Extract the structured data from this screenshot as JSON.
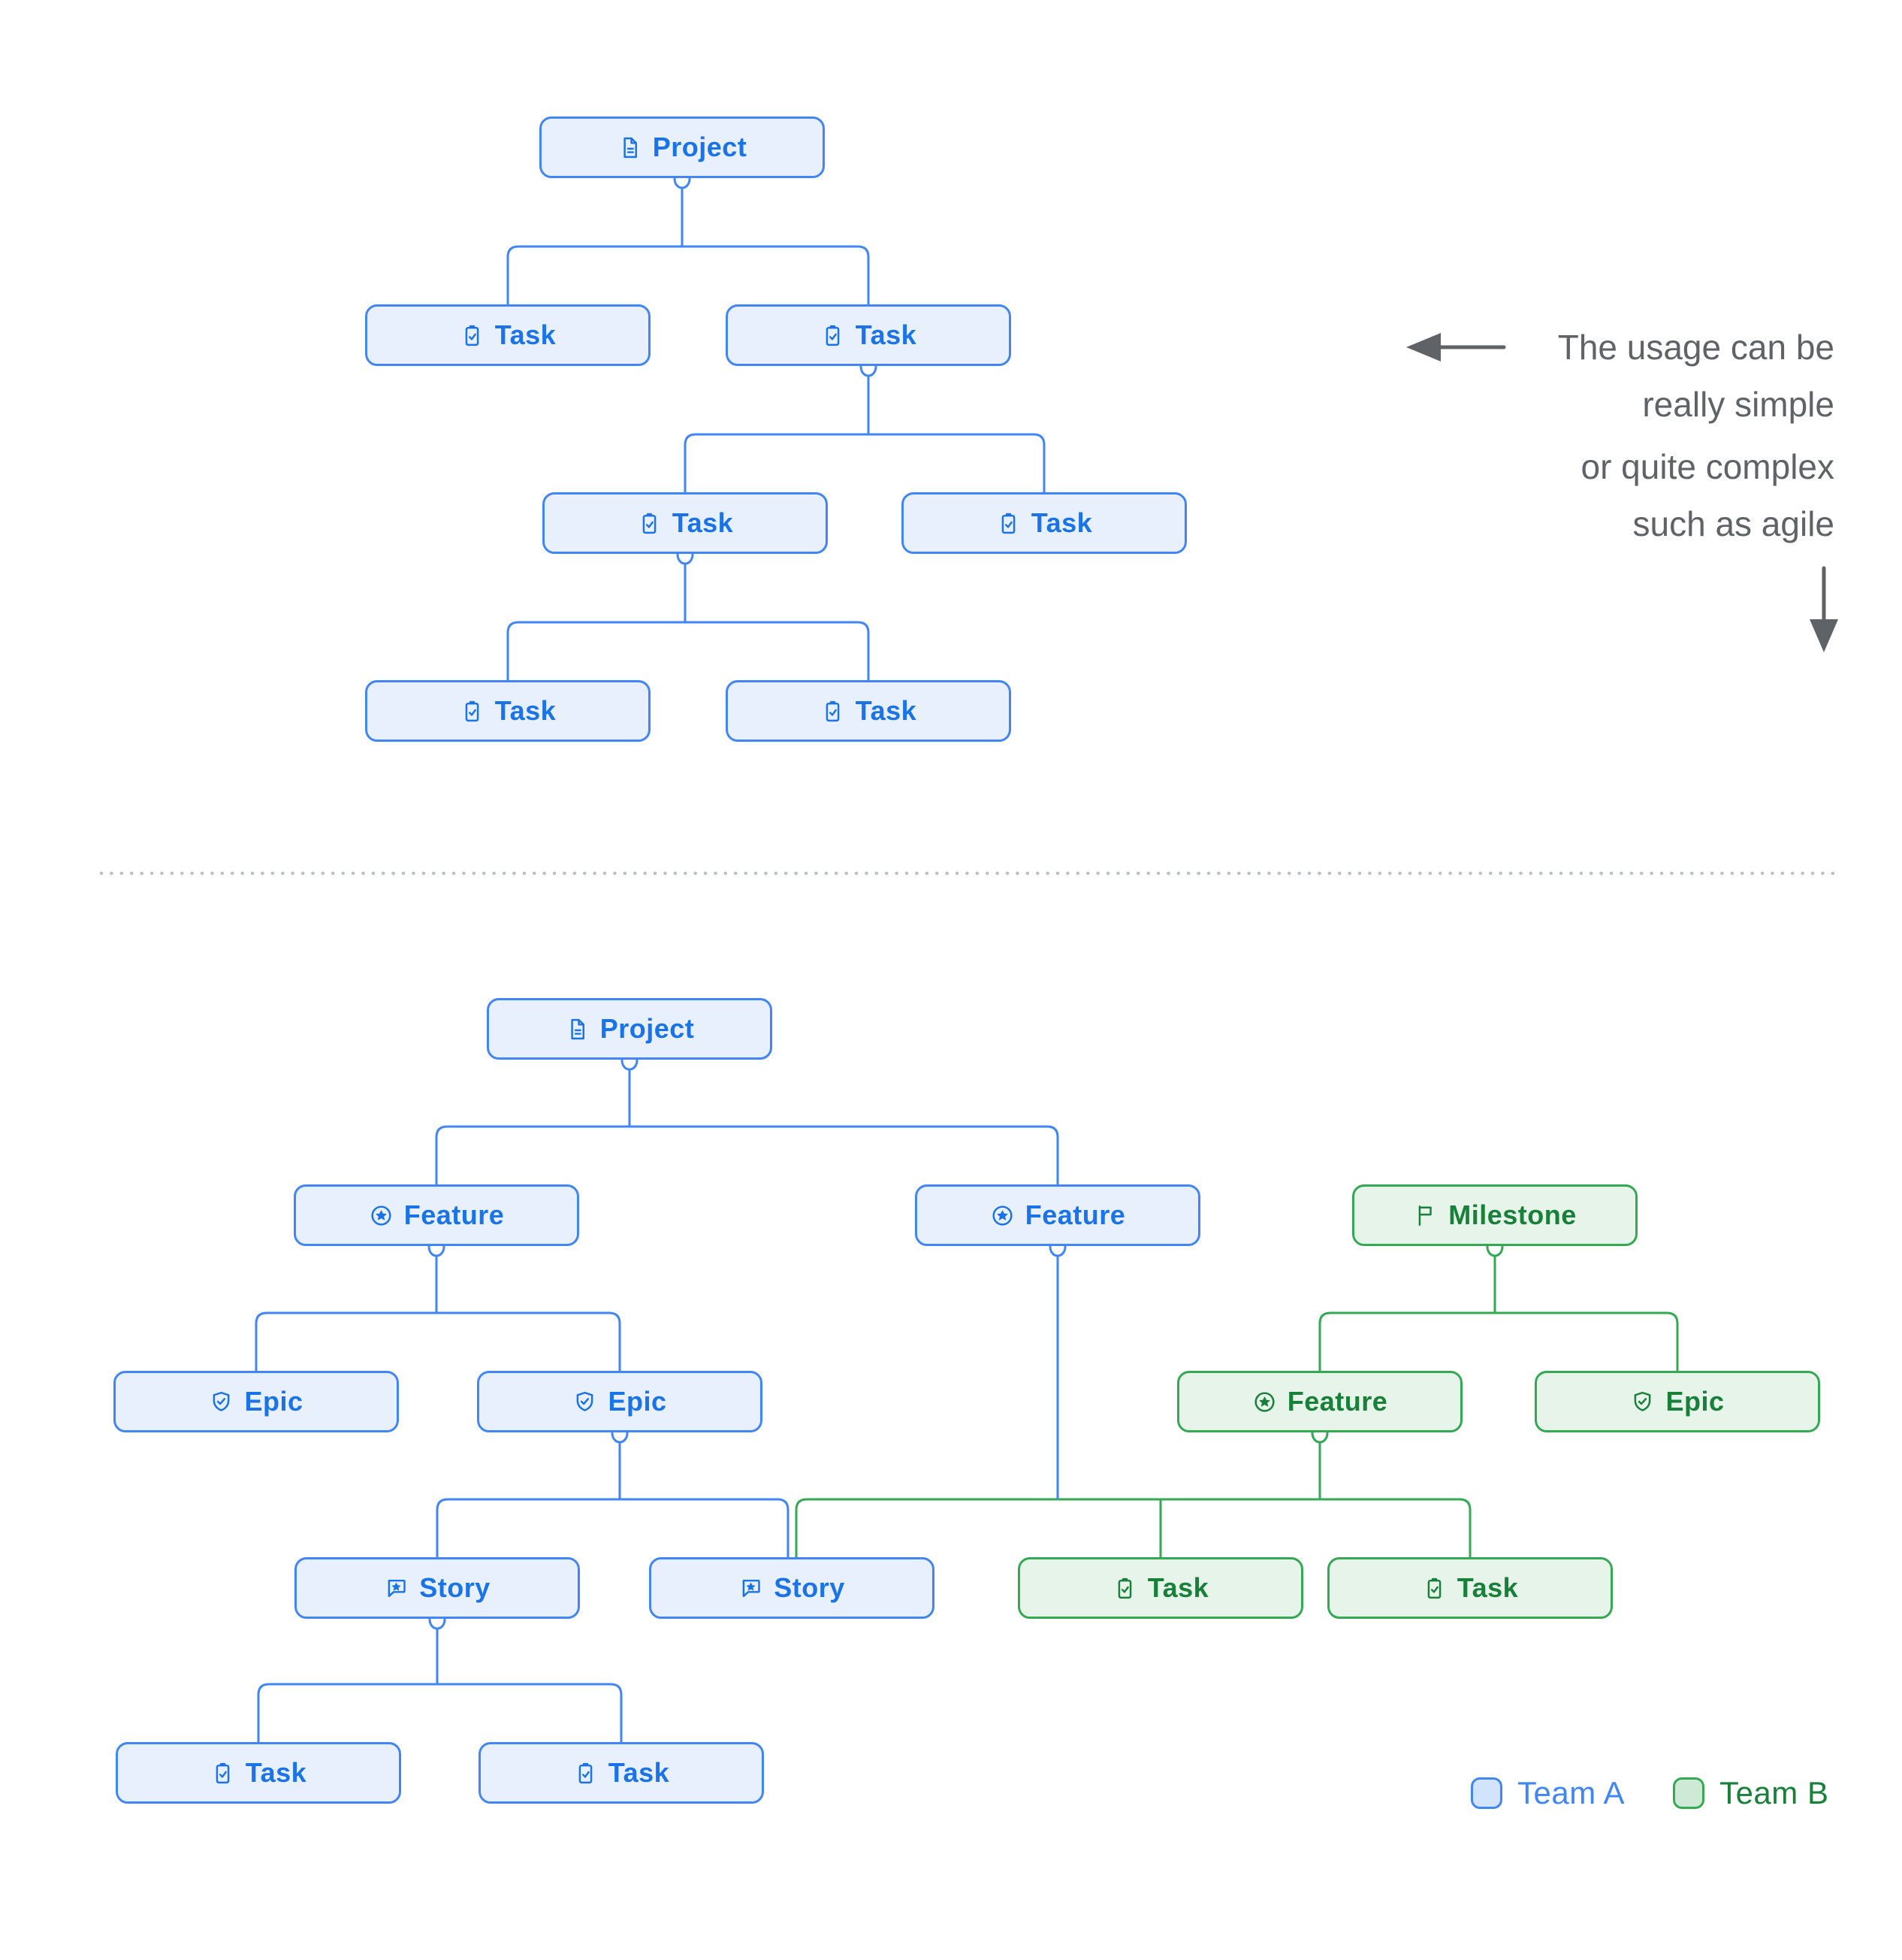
{
  "colors": {
    "team_a_border": "#4285F4",
    "team_a_fill": "#E8F0FE",
    "team_a_text": "#1A73E8",
    "team_a_swatch": "#D2E3FC",
    "team_b_border": "#34A853",
    "team_b_fill": "#E6F4EA",
    "team_b_text": "#188038",
    "team_b_swatch": "#CEEAD6",
    "annotation_text": "#5F6368",
    "divider_dots": "#BDC1C6"
  },
  "annotation": {
    "paragraph1": [
      "The usage can be",
      "really simple"
    ],
    "paragraph2": [
      "or quite complex",
      "such as agile"
    ]
  },
  "legend": {
    "items": [
      {
        "id": "team-a",
        "label": "Team A",
        "team": "a"
      },
      {
        "id": "team-b",
        "label": "Team B",
        "team": "b"
      }
    ]
  },
  "diagrams": {
    "simple": {
      "nodes": [
        {
          "id": "p1",
          "label": "Project",
          "icon": "document-icon",
          "team": "a"
        },
        {
          "id": "t1",
          "label": "Task",
          "icon": "task-icon",
          "team": "a"
        },
        {
          "id": "t2",
          "label": "Task",
          "icon": "task-icon",
          "team": "a"
        },
        {
          "id": "t3",
          "label": "Task",
          "icon": "task-icon",
          "team": "a"
        },
        {
          "id": "t4",
          "label": "Task",
          "icon": "task-icon",
          "team": "a"
        },
        {
          "id": "t5",
          "label": "Task",
          "icon": "task-icon",
          "team": "a"
        },
        {
          "id": "t6",
          "label": "Task",
          "icon": "task-icon",
          "team": "a"
        }
      ],
      "edges": [
        {
          "parents": [
            "p1"
          ],
          "children": [
            "t1",
            "t2"
          ],
          "color": "a"
        },
        {
          "parents": [
            "t2"
          ],
          "children": [
            "t3",
            "t4"
          ],
          "color": "a"
        },
        {
          "parents": [
            "t3"
          ],
          "children": [
            "t5",
            "t6"
          ],
          "color": "a"
        }
      ]
    },
    "complex": {
      "nodes": [
        {
          "id": "p2",
          "label": "Project",
          "icon": "document-icon",
          "team": "a"
        },
        {
          "id": "f1",
          "label": "Feature",
          "icon": "feature-icon",
          "team": "a"
        },
        {
          "id": "f2",
          "label": "Feature",
          "icon": "feature-icon",
          "team": "a"
        },
        {
          "id": "m1",
          "label": "Milestone",
          "icon": "milestone-icon",
          "team": "b"
        },
        {
          "id": "e1",
          "label": "Epic",
          "icon": "epic-icon",
          "team": "a"
        },
        {
          "id": "e2",
          "label": "Epic",
          "icon": "epic-icon",
          "team": "a"
        },
        {
          "id": "gf1",
          "label": "Feature",
          "icon": "feature-icon",
          "team": "b"
        },
        {
          "id": "ge1",
          "label": "Epic",
          "icon": "epic-icon",
          "team": "b"
        },
        {
          "id": "s1",
          "label": "Story",
          "icon": "story-icon",
          "team": "a"
        },
        {
          "id": "s2",
          "label": "Story",
          "icon": "story-icon",
          "team": "a"
        },
        {
          "id": "gt1",
          "label": "Task",
          "icon": "task-icon",
          "team": "b"
        },
        {
          "id": "gt2",
          "label": "Task",
          "icon": "task-icon",
          "team": "b"
        },
        {
          "id": "bt1",
          "label": "Task",
          "icon": "task-icon",
          "team": "a"
        },
        {
          "id": "bt2",
          "label": "Task",
          "icon": "task-icon",
          "team": "a"
        }
      ],
      "edges": [
        {
          "parents": [
            "p2"
          ],
          "children": [
            "f1",
            "f2"
          ],
          "color": "a"
        },
        {
          "parents": [
            "f1"
          ],
          "children": [
            "e1",
            "e2"
          ],
          "color": "a"
        },
        {
          "parents": [
            "m1"
          ],
          "children": [
            "gf1",
            "ge1"
          ],
          "color": "b"
        },
        {
          "parents": [
            "e2"
          ],
          "children": [
            "s1",
            "s2"
          ],
          "color": "a"
        },
        {
          "parents": [
            "f2",
            "gf1"
          ],
          "children": [
            "s2",
            "gt1",
            "gt2"
          ],
          "color": "b"
        },
        {
          "parents": [
            "s1"
          ],
          "children": [
            "bt1",
            "bt2"
          ],
          "color": "a"
        }
      ]
    }
  }
}
